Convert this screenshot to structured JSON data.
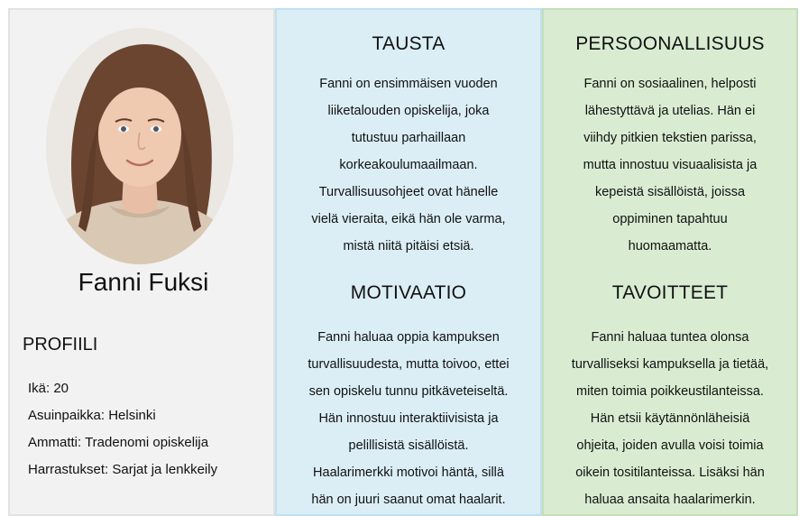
{
  "profile": {
    "name": "Fanni Fuksi",
    "heading": "PROFIILI",
    "items": [
      "Ikä: 20",
      "Asuinpaikka: Helsinki",
      "Ammatti: Tradenomi opiskelija",
      "Harrastukset: Sarjat ja lenkkeily"
    ],
    "portrait_icon": "person-portrait-photo"
  },
  "background": {
    "title": "TAUSTA",
    "lines": [
      "Fanni on ensimmäisen vuoden",
      "liiketalouden opiskelija, joka",
      "tutustuu parhaillaan",
      "korkeakoulumaailmaan.",
      "Turvallisuusohjeet ovat hänelle",
      "vielä vieraita, eikä hän ole varma,",
      "mistä niitä pitäisi etsiä."
    ]
  },
  "motivation": {
    "title": "MOTIVAATIO",
    "lines": [
      "Fanni haluaa oppia kampuksen",
      "turvallisuudesta, mutta toivoo, ettei",
      "sen opiskelu tunnu pitkäveteiseltä.",
      "Hän innostuu interaktiivisista ja",
      "pelillisistä sisällöistä.",
      "Haalarimerkki motivoi häntä, sillä",
      "hän on juuri saanut omat haalarit."
    ]
  },
  "personality": {
    "title": "PERSOONALLISUUS",
    "lines": [
      "Fanni on sosiaalinen, helposti",
      "lähestyttävä ja utelias. Hän ei",
      "viihdy pitkien tekstien parissa,",
      "mutta innostuu visuaalisista ja",
      "kepeistä sisällöistä, joissa",
      "oppiminen tapahtuu",
      "huomaamatta."
    ]
  },
  "goals": {
    "title": "TAVOITTEET",
    "lines": [
      "Fanni haluaa tuntea olonsa",
      "turvalliseksi kampuksella ja tietää,",
      "miten toimia poikkeustilanteissa.",
      "Hän etsii käytännönläheisiä",
      "ohjeita, joiden avulla voisi toimia",
      "oikein tositilanteissa. Lisäksi hän",
      "haluaa ansaita haalarimerkin."
    ]
  },
  "colors": {
    "left_panel": "#f2f2f2",
    "middle_panel": "#dbeef6",
    "right_panel": "#d9ecd2"
  }
}
